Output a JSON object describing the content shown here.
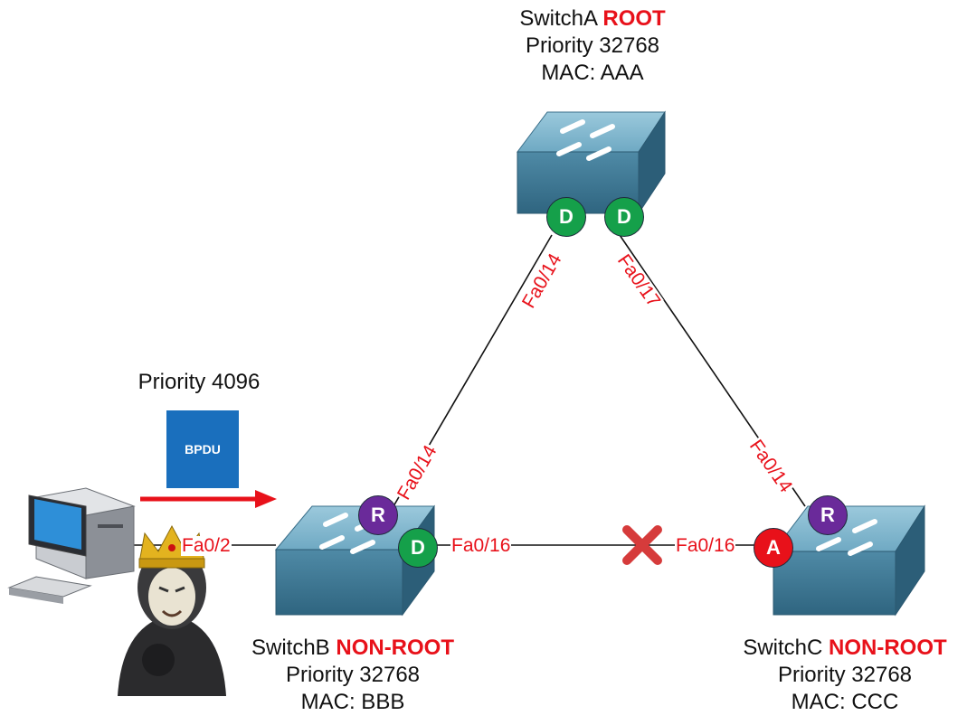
{
  "switches": {
    "a": {
      "name": "SwitchA",
      "status": "ROOT",
      "priority": "Priority 32768",
      "mac": "MAC: AAA"
    },
    "b": {
      "name": "SwitchB",
      "status": "NON-ROOT",
      "priority": "Priority 32768",
      "mac": "MAC: BBB"
    },
    "c": {
      "name": "SwitchC",
      "status": "NON-ROOT",
      "priority": "Priority 32768",
      "mac": "MAC: CCC"
    }
  },
  "attacker": {
    "priority": "Priority 4096",
    "packet": "BPDU"
  },
  "ports": {
    "a_left": "Fa0/14",
    "a_right": "Fa0/17",
    "b_top": "Fa0/14",
    "b_right": "Fa0/16",
    "b_left": "Fa0/2",
    "c_top": "Fa0/14",
    "c_left": "Fa0/16"
  },
  "roles": {
    "a_left": "D",
    "a_right": "D",
    "b_root": "R",
    "b_designated": "D",
    "c_root": "R",
    "c_alternate": "A"
  },
  "colors": {
    "status": "#e8111a",
    "designated": "#15a04a",
    "root_port": "#6a2a9a",
    "alternate": "#e8111a",
    "bpdu": "#1a6fbd",
    "blocked": "#d63b3b"
  }
}
